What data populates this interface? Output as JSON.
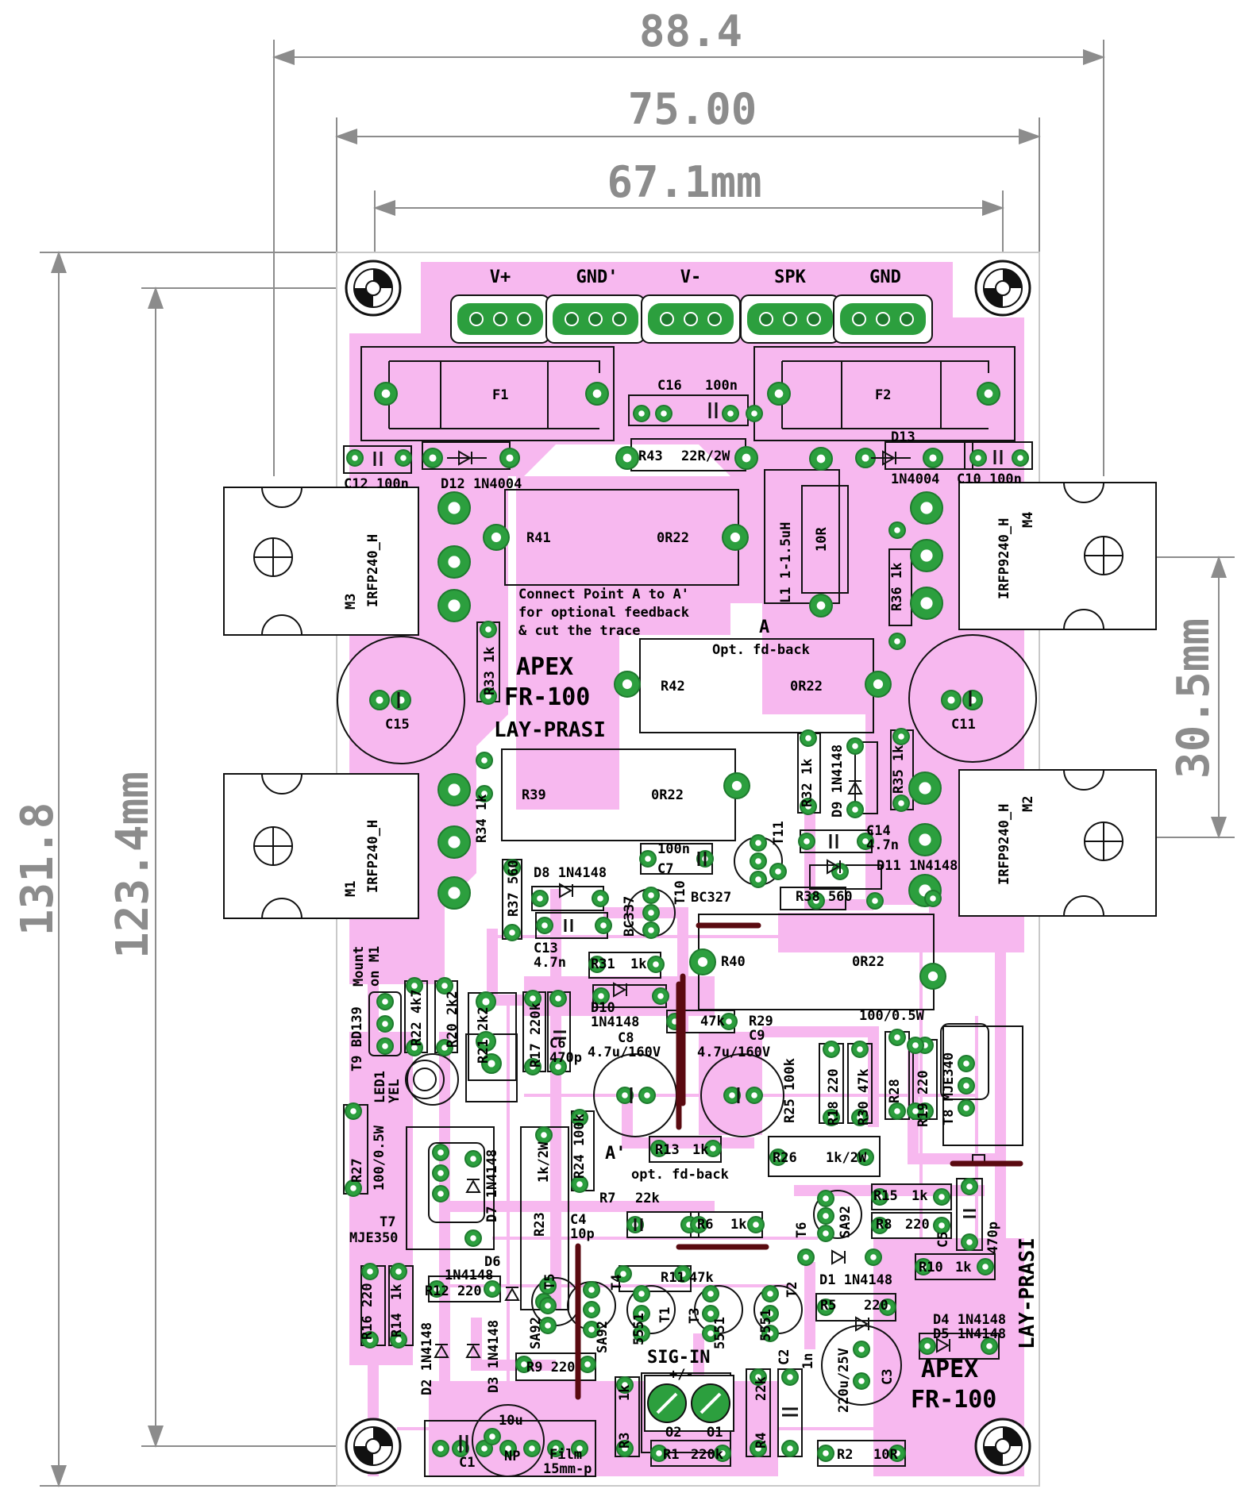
{
  "dimensions": {
    "width_outer": "88.4",
    "width_board": "75.00",
    "width_holes": "67.1mm",
    "height_outer": "131.8",
    "height_holes": "123.4mm",
    "transistor_spacing": "30.5mm"
  },
  "connectors": [
    "V+",
    "GND'",
    "V-",
    "SPK",
    "GND"
  ],
  "fuses": [
    "F1",
    "F2"
  ],
  "board_text": {
    "brand": "APEX",
    "model": "FR-100",
    "designer": "LAY-PRASI",
    "note_line1": "Connect Point A to A'",
    "note_line2": "for optional feedback",
    "note_line3": "& cut the trace",
    "opt_fb_a": "Opt. fd-back",
    "opt_fb_a2": "opt. fd-back",
    "point_a": "A",
    "point_a2": "A'",
    "sig_in": "SIG-IN",
    "sig_pol": "+/-",
    "pin2": "O2",
    "pin1": "O1",
    "mount_note1": "Mount",
    "mount_note2": "on M1",
    "brand2": "APEX",
    "model2": "FR-100",
    "designer2": "LAY-PRASI"
  },
  "power_resistors": {
    "r41": "R41",
    "r41v": "0R22",
    "r42": "R42",
    "r42v": "0R22",
    "r39": "R39",
    "r39v": "0R22",
    "r40": "R40",
    "r40v": "0R22"
  },
  "mosfets": {
    "m3": "M3",
    "m3p": "IRFP240_H",
    "m1": "M1",
    "m1p": "IRFP240_H",
    "m4": "M4",
    "m4p": "IRFP9240_H",
    "m2": "M2",
    "m2p": "IRFP9240_H"
  },
  "labels": {
    "c16": "C16",
    "c16v": "100n",
    "r43": "R43",
    "r43v": "22R/2W",
    "d13": "D13",
    "d13p": "1N4004",
    "c10": "C10 100n",
    "c12": "C12 100n",
    "d12": "D12 1N4004",
    "l1": "L1 1-1.5uH",
    "l1r": "10R",
    "r36": "R36 1k",
    "r33": "R33 1k",
    "c15": "C15",
    "c11": "C11",
    "r32": "R32 1k",
    "d9": "D9 1N4148",
    "r35": "R35 1k",
    "c14": "C14",
    "c14v": "4.7n",
    "r34": "R34 1k",
    "c7": "C7",
    "c7v": "100n",
    "t11": "T11",
    "d11": "D11 1N4148",
    "r38": "R38 560",
    "d8": "D8 1N4148",
    "r37": "R37 560",
    "bc337": "BC337",
    "t10": "T10",
    "bc327": "BC327",
    "c13": "C13",
    "c13v": "4.7n",
    "r31": "R31",
    "r31v": "1k",
    "d10": "D10",
    "d10p": "1N4148",
    "r29": "R29",
    "r29v": "47k",
    "c8": "C8",
    "c8v": "4.7u/160V",
    "c9": "C9",
    "c9v": "4.7u/160V",
    "r28v": "100/0.5W",
    "t9": "T9 BD139",
    "r22": "R22 4k7",
    "r20": "R20 2k2",
    "r21": "R21 2k2",
    "r17": "R17 220k",
    "c6": "C6",
    "c6v": "470p",
    "led1": "LED1",
    "led1c": "YEL",
    "r25": "R25 100k",
    "r18": "R18 220",
    "r30": "R30 47k",
    "r28": "R28",
    "r19": "R19 220",
    "t8": "T8 MJE340",
    "r27": "R27",
    "r27v": "100/0.5W",
    "d7": "D7 1N4148",
    "r23v": "1k/2W",
    "r24": "R24 100k",
    "r13": "R13",
    "r13v": "1k",
    "r26": "R26",
    "r26v": "1k/2W",
    "r15": "R15",
    "r15v": "1k",
    "r7": "R7",
    "r7v": "22k",
    "r6": "R6",
    "r6v": "1k",
    "t6": "T6",
    "sa92": "SA92",
    "r8": "R8",
    "r8v": "220",
    "c5": "C5",
    "c5v": "470p",
    "r23": "R23",
    "c4": "C4",
    "c4v": "10p",
    "t7": "T7",
    "mje350": "MJE350",
    "d6": "D6",
    "d6p": "1N4148",
    "t5": "T5",
    "sa92b": "SA92",
    "r12": "R12 220",
    "r11": "R11",
    "r11v": "47k",
    "t4": "T4",
    "sa92c": "SA92",
    "d1": "D1 1N4148",
    "r10": "R10",
    "r10v": "1k",
    "r16": "R16 220",
    "r14": "R14",
    "r14v": "1k",
    "t1": "T1",
    "t1p": "5551",
    "t3": "T3",
    "t3p": "5551",
    "t2": "T2",
    "t2p": "5551",
    "r5": "R5",
    "r5v": "220",
    "d4": "D4 1N4148",
    "d5": "D5 1N4148",
    "d2": "D2 1N4148",
    "d3": "D3 1N4148",
    "r9": "R9 220",
    "c2": "C2",
    "c2v": "1n",
    "c3": "C3",
    "c3v": "220u/25V",
    "r3": "R3",
    "r3v": "1k",
    "r4": "R4",
    "r4v": "22k",
    "c1": "C1",
    "c1v": "10u",
    "np": "NP",
    "film": "Film",
    "film2": "15mm-p",
    "r1": "R1",
    "r1v": "220k",
    "r2": "R2",
    "r2v": "10R"
  },
  "colors": {
    "copper": "#f7b8ef",
    "pad": "#2c9f3e",
    "pad_ring": "#1e7a2e",
    "silk": "#000000",
    "dimension": "#8c8c8c",
    "jumper": "#5a0a10"
  }
}
